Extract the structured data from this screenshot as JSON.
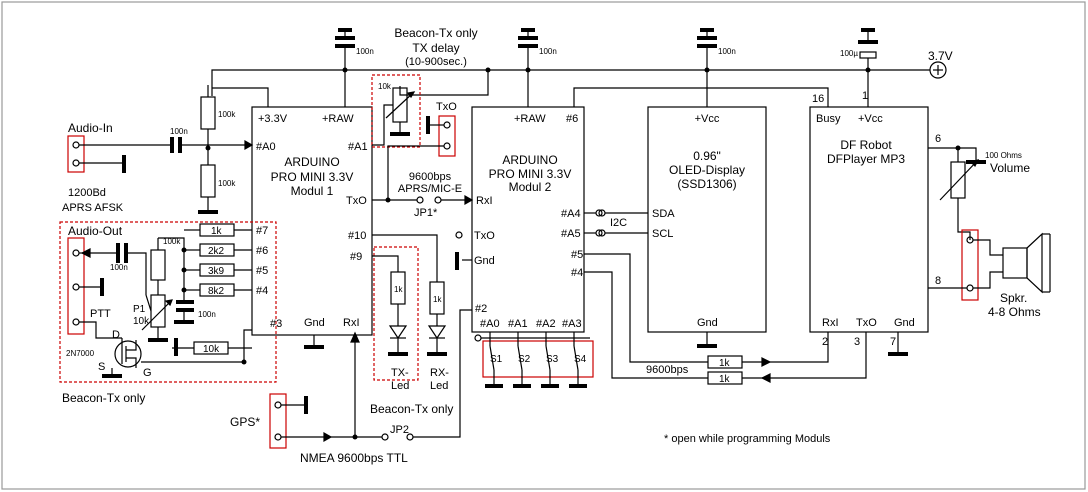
{
  "module1": {
    "line1": "ARDUINO",
    "line2": "PRO MINI  3.3V",
    "line3": "Modul 1",
    "p33": "+3.3V",
    "praw": "+RAW",
    "pa0": "#A0",
    "pa1": "#A1",
    "ptxo": "TxO",
    "p10": "#10",
    "p7": "#7",
    "p6": "#6",
    "p5": "#5",
    "p4": "#4",
    "p9": "#9",
    "p3": "#3",
    "pgnd": "Gnd",
    "prxi": "RxI"
  },
  "module2": {
    "line1": "ARDUINO",
    "line2": "PRO MINI 3.3V",
    "line3": "Modul 2",
    "praw": "+RAW",
    "p6": "#6",
    "prxi": "RxI",
    "ptxo": "TxO",
    "pgnd": "Gnd",
    "pa4": "#A4",
    "pa5": "#A5",
    "p5": "#5",
    "p4": "#4",
    "p2": "#2",
    "pa0": "#A0",
    "pa1": "#A1",
    "pa2": "#A2",
    "pa3": "#A3"
  },
  "oled": {
    "pvcc": "+Vcc",
    "line1": "0.96\"",
    "line2": "OLED-Display",
    "line3": "(SSD1306)",
    "pgnd": "Gnd"
  },
  "dfplayer": {
    "pbusy": "Busy",
    "pvcc": "+Vcc",
    "line1": "DF Robot",
    "line2": "DFPlayer MP3",
    "prxi": "RxI",
    "ptxo": "TxO",
    "pgnd": "Gnd",
    "n16": "16",
    "n1": "1",
    "n6": "6",
    "n8": "8",
    "n2": "2",
    "n3": "3",
    "n7": "7"
  },
  "labels": {
    "audio_in": "Audio-In",
    "afsk1": "1200Bd",
    "afsk2": "APRS AFSK",
    "audio_out": "Audio-Out",
    "ptt": "PTT",
    "d": "D",
    "s": "S",
    "g": "G",
    "fet": "2N7000",
    "p1a": "P1",
    "p1b": "10k",
    "beacon_left": "Beacon-Tx only",
    "beacon_top1": "Beacon-Tx only",
    "beacon_top2": "TX delay",
    "beacon_top3": "(10-900sec.)",
    "txo": "TxO",
    "baud1": "9600bps",
    "baud2": "APRS/MIC-E",
    "jp1": "JP1*",
    "txled1": "TX-",
    "txled2": "Led",
    "rxled1": "RX-",
    "rxled2": "Led",
    "beacon_bottom": "Beacon-Tx only",
    "gps": "GPS*",
    "nmea": "NMEA 9600bps TTL",
    "jp2": "JP2",
    "i2c": "I2C",
    "sda": "SDA",
    "scl": "SCL",
    "baud3": "9600bps",
    "s1": "S1",
    "s2": "S2",
    "s3": "S3",
    "s4": "S4",
    "volume_res": "100 Ohms",
    "volume": "Volume",
    "spkr1": "Spkr.",
    "spkr2": "4-8 Ohms",
    "vbat": "3.7V",
    "footnote": "* open while programming Moduls"
  },
  "components": {
    "c100n": "100n",
    "c100u": "100µ",
    "r100k": "100k",
    "r10k": "10k",
    "r1k": "1k",
    "r2k2": "2k2",
    "r3k9": "3k9",
    "r8k2": "8k2"
  },
  "colors": {
    "line": "#000000",
    "highlight": "#cc0000",
    "background": "#ffffff"
  }
}
